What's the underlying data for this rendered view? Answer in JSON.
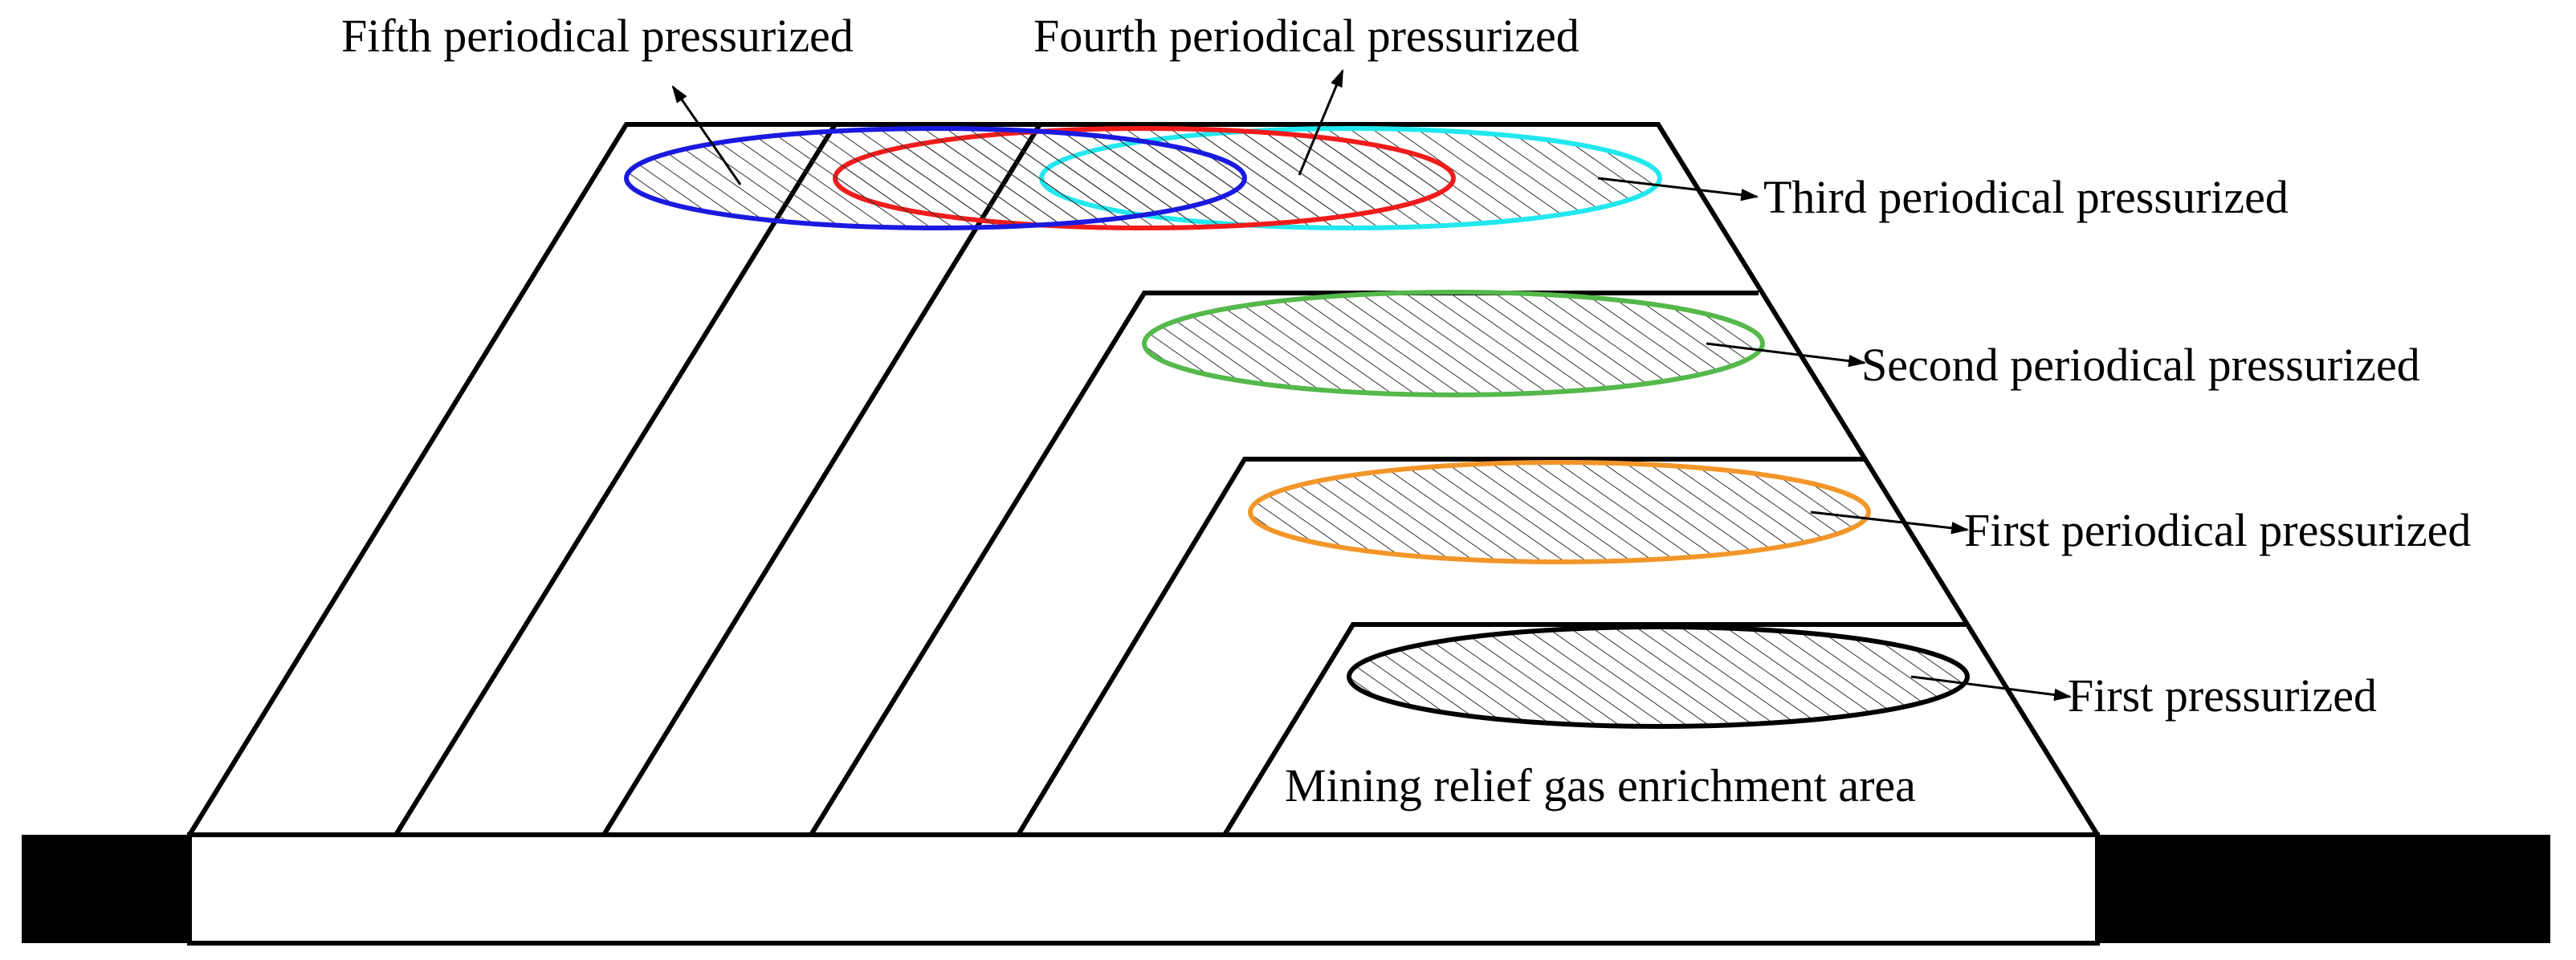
{
  "labels": {
    "fifth": "Fifth periodical pressurized",
    "fourth": "Fourth periodical pressurized",
    "third": "Third periodical pressurized",
    "second": "Second periodical pressurized",
    "first_periodical": "First periodical pressurized",
    "first": "First pressurized",
    "area": "Mining relief gas enrichment area"
  },
  "colors": {
    "fifth": "#1a1adf",
    "fourth": "#f01c1c",
    "third": "#22e8ee",
    "second": "#55b84b",
    "first_periodical": "#f2962a",
    "first": "#000000"
  }
}
